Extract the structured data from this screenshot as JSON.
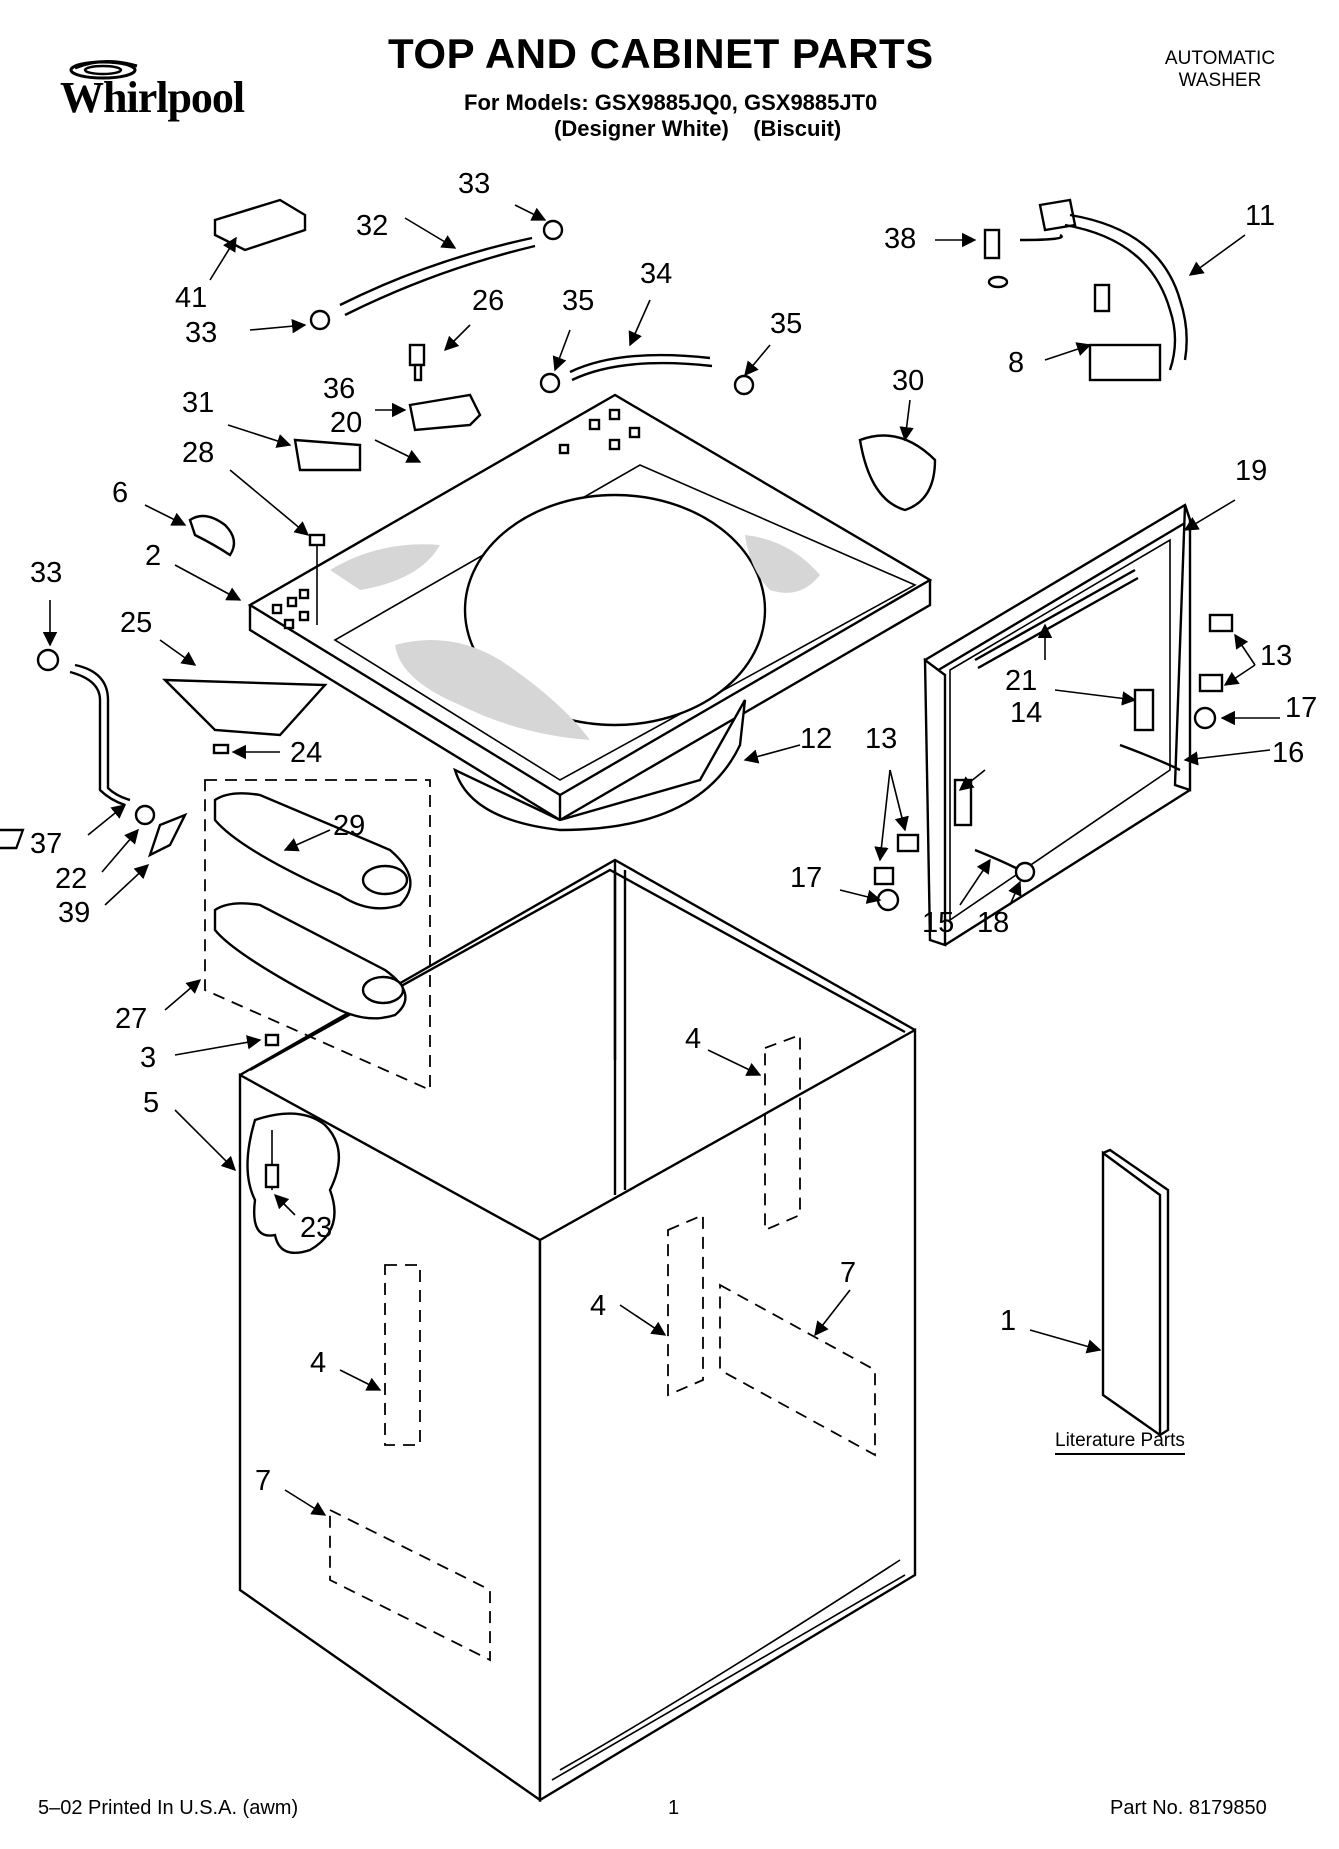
{
  "header": {
    "brand": "Whirlpool",
    "title": "TOP AND CABINET PARTS",
    "models": "For Models: GSX9885JQ0, GSX9885JT0",
    "variants": "(Designer White)    (Biscuit)",
    "product_line1": "AUTOMATIC",
    "product_line2": "WASHER"
  },
  "diagram": {
    "callouts": [
      "33",
      "32",
      "41",
      "33",
      "26",
      "35",
      "34",
      "35",
      "30",
      "38",
      "11",
      "8",
      "36",
      "20",
      "31",
      "28",
      "6",
      "2",
      "19",
      "33",
      "25",
      "24",
      "12",
      "13",
      "21",
      "14",
      "17",
      "16",
      "13",
      "29",
      "37",
      "22",
      "39",
      "17",
      "15",
      "18",
      "27",
      "3",
      "4",
      "5",
      "23",
      "7",
      "4",
      "1",
      "4",
      "7"
    ],
    "literature_label": "Literature Parts"
  },
  "footer": {
    "left": "5–02 Printed In U.S.A. (awm)",
    "center": "1",
    "right": "Part No. 8179850"
  }
}
